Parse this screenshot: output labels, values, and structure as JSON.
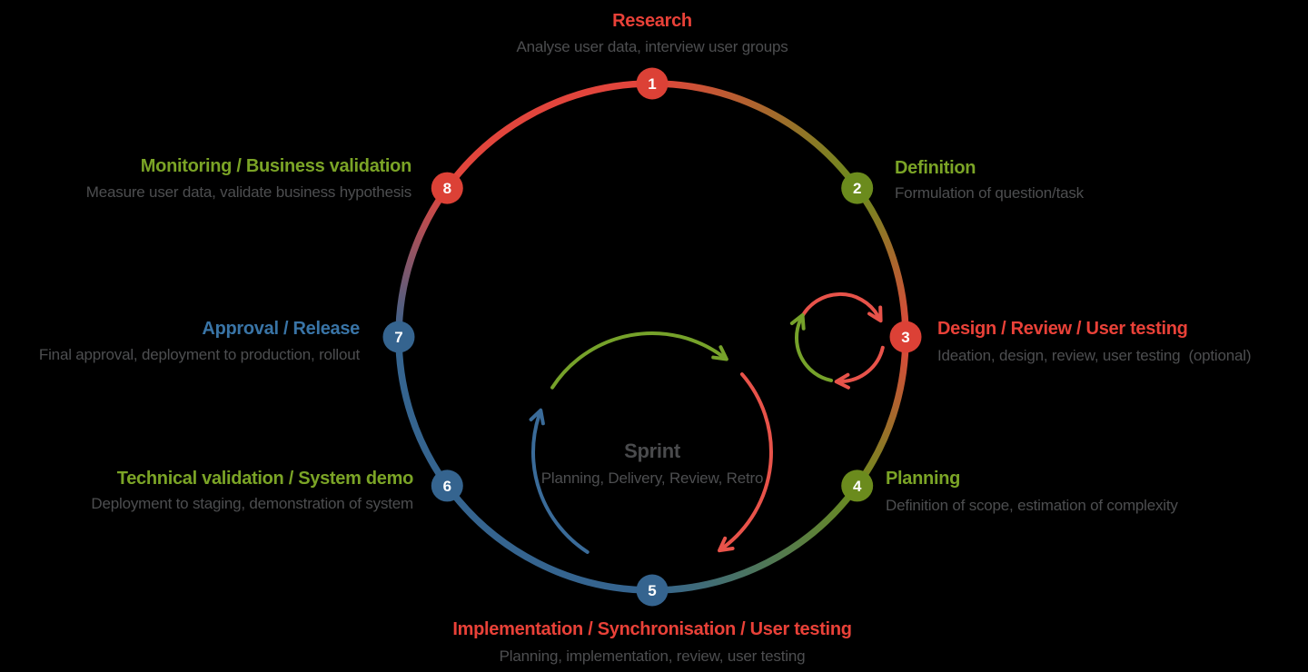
{
  "palette": {
    "red": "#e2453c",
    "olive": "#6b8b1d",
    "blue": "#35648f",
    "arrow_red": "#e8534a",
    "arrow_green": "#76a22a",
    "arrow_blue": "#3a6b99",
    "gray": "#4d4e50",
    "sprint_gray": "#4a4b4d",
    "white": "#ffffff",
    "background": "#000000"
  },
  "center": {
    "title": "Sprint",
    "subtitle": "Planning, Delivery, Review, Retro"
  },
  "stages": [
    {
      "num": "1",
      "title": "Research",
      "subtitle": "Analyse user data, interview user groups",
      "title_color": "#e94138",
      "node_color": "#dc4136"
    },
    {
      "num": "2",
      "title": "Definition",
      "subtitle": "Formulation of question/task",
      "title_color": "#7ba426",
      "node_color": "#6b8b1d"
    },
    {
      "num": "3",
      "title": "Design / Review / User testing",
      "subtitle": "Ideation, design, review, user testing  (optional)",
      "title_color": "#e94138",
      "node_color": "#dc4136"
    },
    {
      "num": "4",
      "title": "Planning",
      "subtitle": "Definition of scope, estimation of complexity",
      "title_color": "#7ba426",
      "node_color": "#6b8b1d"
    },
    {
      "num": "5",
      "title": "Implementation / Synchronisation / User testing",
      "subtitle": "Planning, implementation, review, user testing",
      "title_color": "#e94138",
      "node_color": "#35648f"
    },
    {
      "num": "6",
      "title": "Technical validation / System demo",
      "subtitle": "Deployment to staging, demonstration of system",
      "title_color": "#7ba426",
      "node_color": "#35648f"
    },
    {
      "num": "7",
      "title": "Approval / Release",
      "subtitle": "Final approval, deployment to production, rollout",
      "title_color": "#3974a6",
      "node_color": "#35648f"
    },
    {
      "num": "8",
      "title": "Monitoring / Business validation",
      "subtitle": "Measure user data, validate business hypothesis",
      "title_color": "#7ba426",
      "node_color": "#dc4136"
    }
  ]
}
